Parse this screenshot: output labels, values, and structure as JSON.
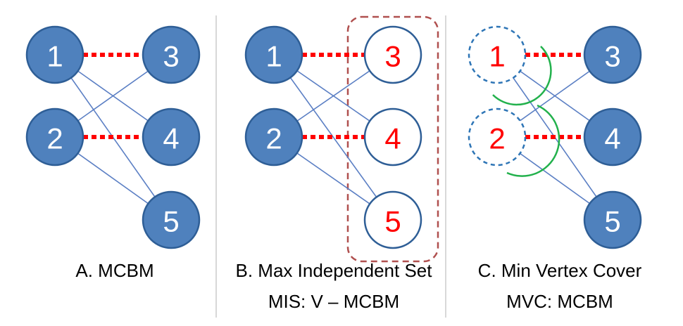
{
  "colors": {
    "node_fill": "#4F81BD",
    "node_stroke": "#2E5E96",
    "edge": "#5B7FC4",
    "matching": "#FF0000",
    "highlight_text": "#FF0000",
    "dashed_outline": "#2E75B6",
    "mis_box": "#B0504F",
    "cover_arc": "#22B14C",
    "divider": "#BFBFBF"
  },
  "panels": [
    {
      "id": "A",
      "caption_lines": [
        "A. MCBM"
      ],
      "nodes": [
        {
          "label": "1",
          "style": "filled"
        },
        {
          "label": "2",
          "style": "filled"
        },
        {
          "label": "3",
          "style": "filled"
        },
        {
          "label": "4",
          "style": "filled"
        },
        {
          "label": "5",
          "style": "filled"
        }
      ]
    },
    {
      "id": "B",
      "caption_lines": [
        "B. Max Independent Set",
        "MIS: V – MCBM"
      ],
      "nodes": [
        {
          "label": "1",
          "style": "filled"
        },
        {
          "label": "2",
          "style": "filled"
        },
        {
          "label": "3",
          "style": "hollow"
        },
        {
          "label": "4",
          "style": "hollow"
        },
        {
          "label": "5",
          "style": "hollow"
        }
      ]
    },
    {
      "id": "C",
      "caption_lines": [
        "C. Min Vertex Cover",
        "MVC: MCBM"
      ],
      "nodes": [
        {
          "label": "1",
          "style": "dashed"
        },
        {
          "label": "2",
          "style": "dashed"
        },
        {
          "label": "3",
          "style": "filled"
        },
        {
          "label": "4",
          "style": "filled"
        },
        {
          "label": "5",
          "style": "filled"
        }
      ]
    }
  ],
  "graph": {
    "matching_edges": [
      [
        "1",
        "3"
      ],
      [
        "2",
        "4"
      ]
    ],
    "other_edges": [
      [
        "1",
        "4"
      ],
      [
        "1",
        "5"
      ],
      [
        "2",
        "3"
      ],
      [
        "2",
        "5"
      ]
    ]
  }
}
